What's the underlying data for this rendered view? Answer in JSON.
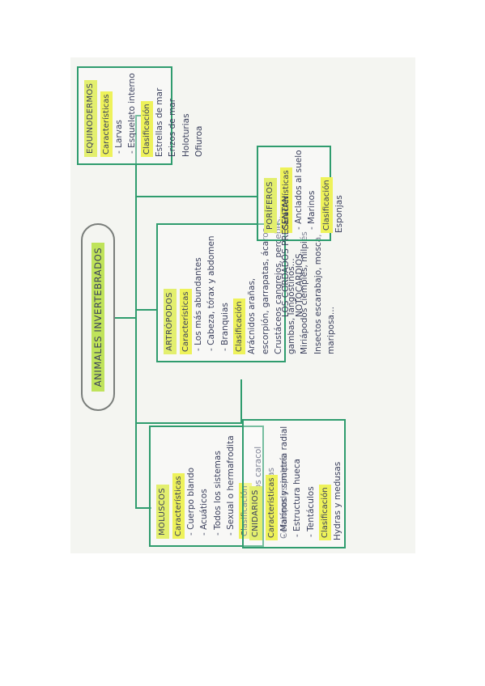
{
  "title": "ANIMALES INVERTEBRADOS",
  "moluscos": {
    "name": "MOLUSCOS",
    "car_label": "Características",
    "car": [
      "- Cuerpo blando",
      "- Acuáticos",
      "- Todos los sistemas",
      "- Sexual o hermafrodita"
    ],
    "clas_label": "Clasificación",
    "clas": [
      "Gasterópodos caracol",
      "Bivalvos almejas",
      "Cefalópodos pulpos"
    ]
  },
  "cnidarios": {
    "name": "CNIDARIOS",
    "car_label": "Características",
    "car": [
      "- Marinos y simetría radial",
      "- Estructura hueca",
      "- Tentáculos"
    ],
    "clas_label": "Clasificación",
    "clas": [
      "Hydras y medusas"
    ]
  },
  "artropodos": {
    "name": "ARTRÓPODOS",
    "car_label": "Características",
    "car": [
      "- Los más abundantes",
      "- Cabeza, tórax y abdomen",
      "- Branquias"
    ],
    "clas_label": "Clasificación",
    "clas": [
      "Arácnidos arañas,",
      "escorpión, garrapatas, ácaros",
      "Crustáceos cangrejos, percebes,",
      "gambas, langostinos...",
      "Miriápodos ciempiés, milpiés",
      "Insectos escarabajo, mosca,",
      "mariposa..."
    ]
  },
  "equinodermos": {
    "name": "EQUINODERMOS",
    "car_label": "Características",
    "car": [
      "- Larvas",
      "- Esqueleto interno"
    ],
    "clas_label": "Clasificación",
    "clas": [
      "Estrellas de mar",
      "Erizos de mar",
      "Holoturias",
      "Ofiuroa"
    ]
  },
  "poriferos": {
    "name": "PORÍFEROS",
    "car_label": "Características",
    "car": [
      "- Anclados al suelo",
      "- Marinos"
    ],
    "clas_label": "Clasificación",
    "clas": [
      "Esponjas"
    ]
  },
  "note": [
    "LOS CORDADOS PRESENTAN",
    "NOTOCARDIOS"
  ],
  "colors": {
    "line": "#2f9c6e",
    "highlight": "#e3ef6e",
    "ink": "#3a3f5c",
    "paper": "#f4f5f1"
  }
}
